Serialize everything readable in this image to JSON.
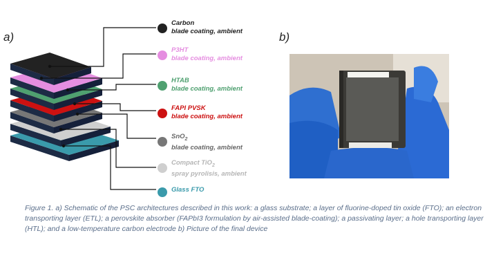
{
  "panel_a_label": "a)",
  "panel_b_label": "b)",
  "layers": [
    {
      "name": "Carbon",
      "method": "blade coating, ambient",
      "color": "#222222",
      "text_color": "#222222"
    },
    {
      "name": "P3HT",
      "method": "blade coating, ambient",
      "color": "#e58ee0",
      "text_color": "#e58ee0"
    },
    {
      "name": "HTAB",
      "method": "blade coating, ambient",
      "color": "#4fa070",
      "text_color": "#4fa070"
    },
    {
      "name": "FAPI PVSK",
      "method": "blade coating, ambient",
      "color": "#cc1111",
      "text_color": "#cc1111"
    },
    {
      "name": "SnO",
      "sub": "2",
      "method": "blade coating, ambient",
      "color": "#777777",
      "text_color": "#666666"
    },
    {
      "name": "Compact TiO",
      "sub": "2",
      "method": "spray pyrolisis, ambient",
      "color": "#cfcfcf",
      "text_color": "#b5b5b5"
    },
    {
      "name": "Glass FTO",
      "method": "",
      "color": "#3a9aab",
      "text_color": "#3a9aab"
    }
  ],
  "caption": "Figure 1.  a) Schematic of the PSC architectures described in this work: a glass substrate; a layer of fluorine-doped tin oxide (FTO); an electron transporting layer (ETL); a perovskite absorber (FAPbI3 formulation by air-assisted blade-coating); a passivating layer; a hole transporting layer (HTL); and a low-temperature carbon electrode b) Picture of the final device"
}
